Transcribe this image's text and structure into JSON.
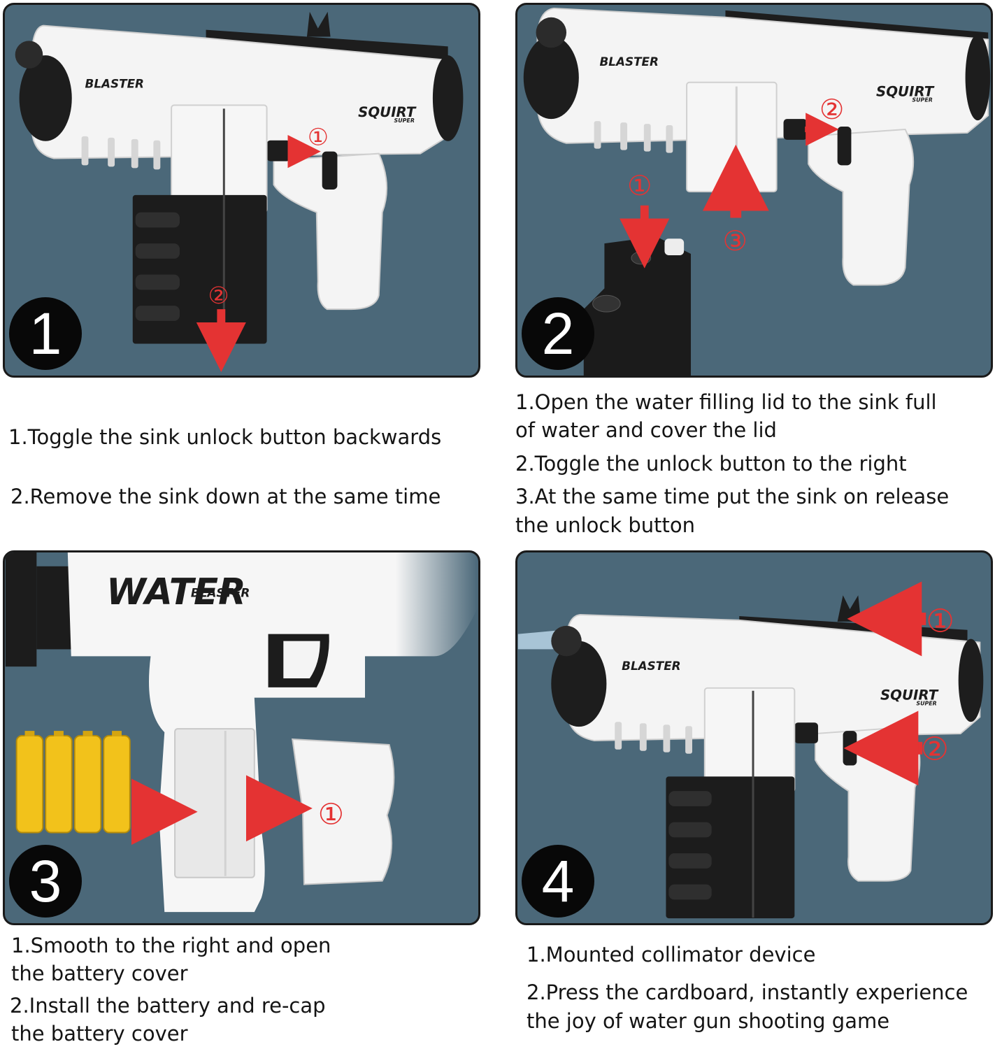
{
  "panels": [
    {
      "badge": "1",
      "brand": {
        "blaster": "BLASTER",
        "squirt": "SQUIRT",
        "super": "SUPER"
      },
      "markers": [
        "①",
        "②"
      ]
    },
    {
      "badge": "2",
      "brand": {
        "blaster": "BLASTER",
        "squirt": "SQUIRT",
        "super": "SUPER"
      },
      "markers": [
        "①",
        "②",
        "③"
      ]
    },
    {
      "badge": "3",
      "brand": {
        "water": "WATER",
        "blaster": "BLASTER"
      },
      "markers": [
        "①"
      ]
    },
    {
      "badge": "4",
      "brand": {
        "blaster": "BLASTER",
        "squirt": "SQUIRT",
        "super": "SUPER"
      },
      "markers": [
        "①",
        "②"
      ]
    }
  ],
  "instructions": {
    "step1": [
      "1.Toggle the sink unlock button backwards",
      "2.Remove the sink down at the same time"
    ],
    "step2": [
      "1.Open the water filling lid to the sink full",
      "of water and cover the lid",
      "2.Toggle the unlock button to the right",
      "3.At the same time put the sink on release",
      "the unlock button"
    ],
    "step3": [
      "1.Smooth to the right and open",
      "the battery cover",
      "2.Install the battery and re-cap",
      "the battery cover"
    ],
    "step4": [
      "1.Mounted collimator device",
      "2.Press the cardboard, instantly experience",
      "the joy of water gun shooting game"
    ]
  },
  "colors": {
    "panel_bg": "#4b6879",
    "arrow_red": "#e43333",
    "gun_white": "#f4f4f4",
    "gun_black": "#1a1a1a",
    "battery_yellow": "#f2c21b"
  }
}
